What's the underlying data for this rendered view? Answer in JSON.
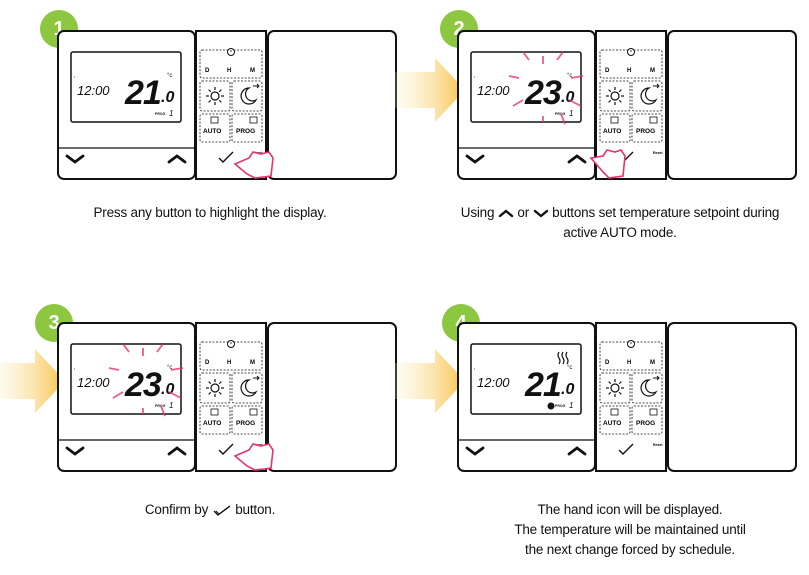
{
  "steps": [
    {
      "number": "1",
      "display": {
        "time": "12:00",
        "temp_int": "21",
        "temp_dec": ".0",
        "unit": "°c",
        "prog": "PROG",
        "prog_no": "1",
        "highlight": false,
        "heat_icon": false,
        "hand_icon": false
      },
      "caption": {
        "line1": "Press any button to highlight the display."
      }
    },
    {
      "number": "2",
      "display": {
        "time": "12:00",
        "temp_int": "23",
        "temp_dec": ".0",
        "unit": "°c",
        "prog": "PROG",
        "prog_no": "1",
        "highlight": true,
        "heat_icon": false,
        "hand_icon": false
      },
      "caption": {
        "pre": "Using",
        "mid": "or",
        "post": "buttons set temperature setpoint during",
        "line2": "active AUTO mode."
      }
    },
    {
      "number": "3",
      "display": {
        "time": "12:00",
        "temp_int": "23",
        "temp_dec": ".0",
        "unit": "°c",
        "prog": "PROG",
        "prog_no": "1",
        "highlight": true,
        "heat_icon": false,
        "hand_icon": false
      },
      "caption": {
        "pre": "Confirm by",
        "post": "button."
      }
    },
    {
      "number": "4",
      "display": {
        "time": "12:00",
        "temp_int": "21",
        "temp_dec": ".0",
        "unit": "°c",
        "prog": "PROG",
        "prog_no": "1",
        "highlight": false,
        "heat_icon": true,
        "hand_icon": true
      },
      "caption": {
        "line1": "The hand icon will be displayed.",
        "line2": "The temperature will be maintained until",
        "line3": "the next change forced by schedule."
      }
    }
  ],
  "keypad": {
    "d": "D",
    "h": "H",
    "m": "M",
    "auto": "AUTO",
    "prog": "PROG",
    "reset": "Reset"
  },
  "colors": {
    "badge": "#8dc63f",
    "arrow": "#f7c24a",
    "highlight": "#e8336d"
  },
  "icons": [
    "clock-icon",
    "sun-icon",
    "moon-icon",
    "calendar-icon",
    "checkmark-icon",
    "hand-pointer-icon",
    "heat-waves-icon",
    "chevron-up-icon",
    "chevron-down-icon"
  ]
}
